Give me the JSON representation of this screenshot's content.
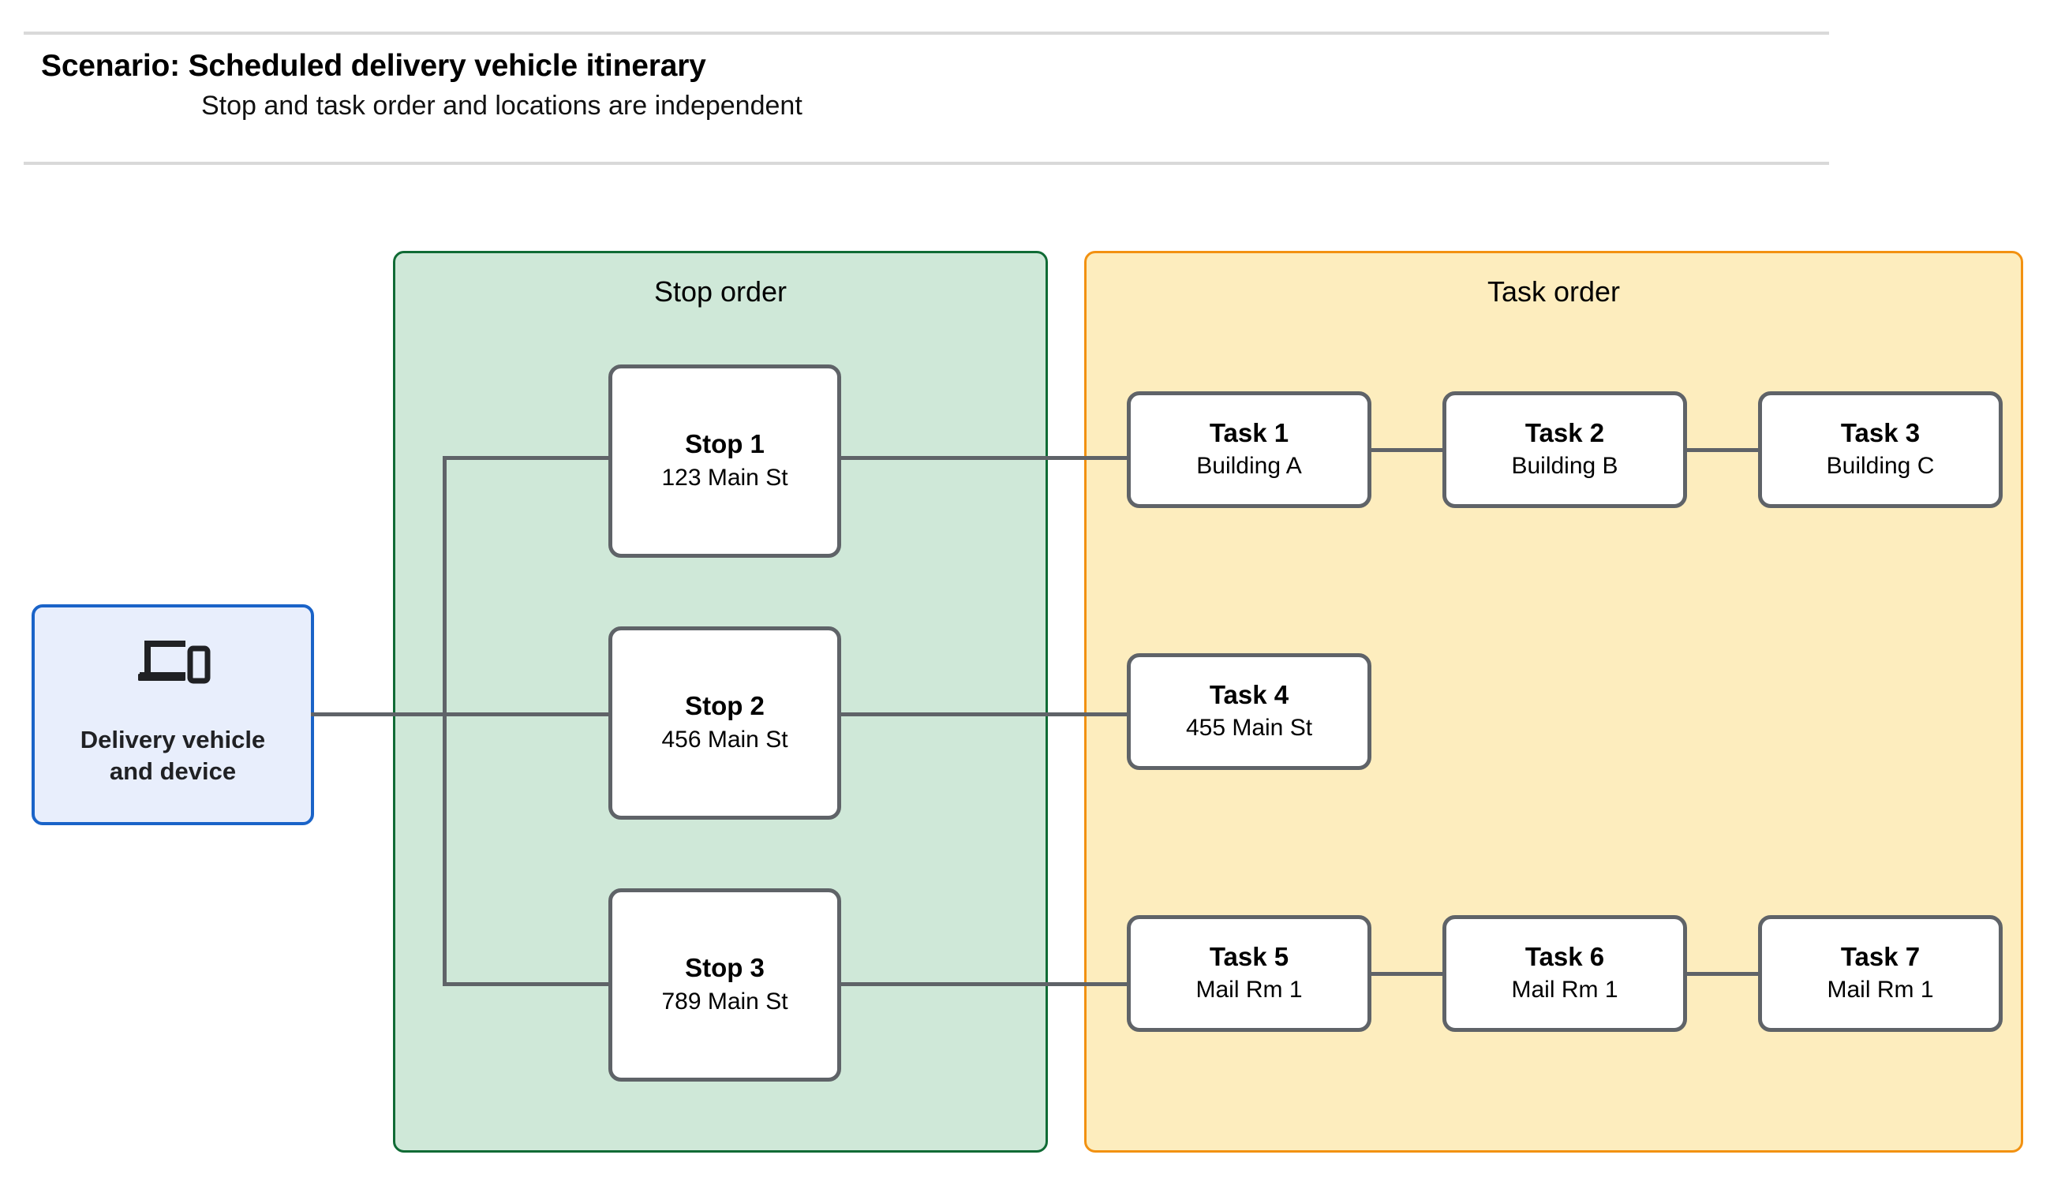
{
  "header": {
    "title": "Scenario: Scheduled delivery vehicle itinerary",
    "subtitle": "Stop and task order and locations are independent"
  },
  "source_node": {
    "icon": "devices-icon",
    "label_line_1": "Delivery vehicle",
    "label_line_2": "and device",
    "border_color": "#1a63c8",
    "fill_color": "#e8eefc"
  },
  "stop_panel": {
    "title": "Stop order",
    "border_color": "#106b35",
    "fill_color": "#cfe8d8",
    "nodes": [
      {
        "title": "Stop 1",
        "sub": "123 Main St"
      },
      {
        "title": "Stop 2",
        "sub": "456 Main St"
      },
      {
        "title": "Stop 3",
        "sub": "789 Main St"
      }
    ]
  },
  "task_panel": {
    "title": "Task order",
    "border_color": "#f29111",
    "fill_color": "#fdedbe",
    "rows": [
      {
        "nodes": [
          {
            "title": "Task 1",
            "sub": "Building A"
          },
          {
            "title": "Task 2",
            "sub": "Building B"
          },
          {
            "title": "Task 3",
            "sub": "Building C"
          }
        ]
      },
      {
        "nodes": [
          {
            "title": "Task 4",
            "sub": "455 Main St"
          }
        ]
      },
      {
        "nodes": [
          {
            "title": "Task 5",
            "sub": "Mail Rm 1"
          },
          {
            "title": "Task 6",
            "sub": "Mail Rm 1"
          },
          {
            "title": "Task 7",
            "sub": "Mail Rm 1"
          }
        ]
      }
    ]
  },
  "connector_color": "#5f6368"
}
